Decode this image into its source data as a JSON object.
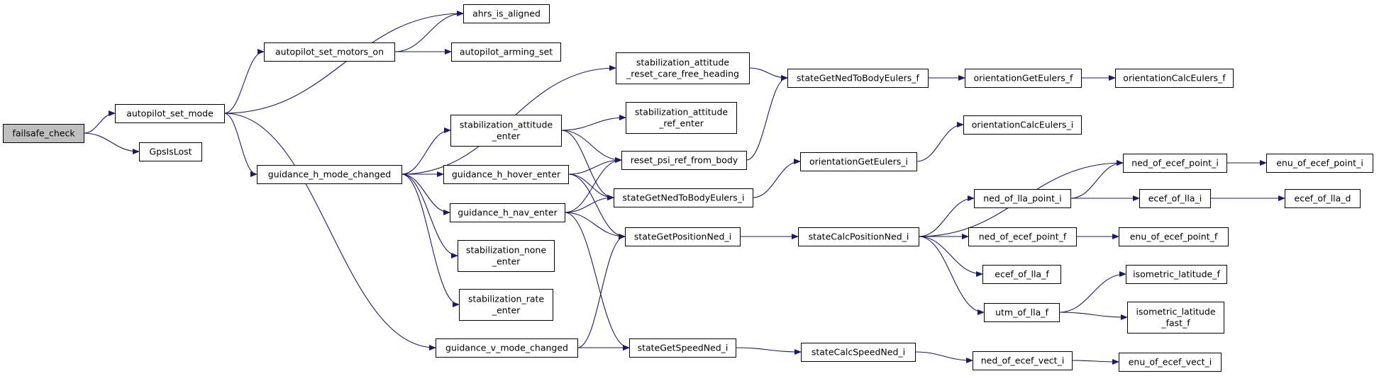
{
  "colors": {
    "edge": "#191970",
    "node_border": "#000000",
    "node_fill": "#ffffff",
    "root_fill": "#bfbfbf"
  },
  "nodes": [
    {
      "id": "failsafe_check",
      "lines": [
        "failsafe_check"
      ],
      "root": true
    },
    {
      "id": "autopilot_set_mode",
      "lines": [
        "autopilot_set_mode"
      ]
    },
    {
      "id": "GpsIsLost",
      "lines": [
        "GpsIsLost"
      ]
    },
    {
      "id": "ahrs_is_aligned",
      "lines": [
        "ahrs_is_aligned"
      ]
    },
    {
      "id": "autopilot_set_motors_on",
      "lines": [
        "autopilot_set_motors_on"
      ]
    },
    {
      "id": "autopilot_arming_set",
      "lines": [
        "autopilot_arming_set"
      ]
    },
    {
      "id": "guidance_h_mode_changed",
      "lines": [
        "guidance_h_mode_changed"
      ]
    },
    {
      "id": "guidance_v_mode_changed",
      "lines": [
        "guidance_v_mode_changed"
      ]
    },
    {
      "id": "stabilization_attitude_reset_care_free_heading",
      "lines": [
        "stabilization_attitude",
        "_reset_care_free_heading"
      ]
    },
    {
      "id": "stabilization_attitude_enter",
      "lines": [
        "stabilization_attitude",
        "_enter"
      ]
    },
    {
      "id": "guidance_h_hover_enter",
      "lines": [
        "guidance_h_hover_enter"
      ]
    },
    {
      "id": "guidance_h_nav_enter",
      "lines": [
        "guidance_h_nav_enter"
      ]
    },
    {
      "id": "stabilization_none_enter",
      "lines": [
        "stabilization_none",
        "_enter"
      ]
    },
    {
      "id": "stabilization_rate_enter",
      "lines": [
        "stabilization_rate",
        "_enter"
      ]
    },
    {
      "id": "stabilization_attitude_ref_enter",
      "lines": [
        "stabilization_attitude",
        "_ref_enter"
      ]
    },
    {
      "id": "reset_psi_ref_from_body",
      "lines": [
        "reset_psi_ref_from_body"
      ]
    },
    {
      "id": "stateGetNedToBodyEulers_i",
      "lines": [
        "stateGetNedToBodyEulers_i"
      ]
    },
    {
      "id": "stateGetPositionNed_i",
      "lines": [
        "stateGetPositionNed_i"
      ]
    },
    {
      "id": "stateGetSpeedNed_i",
      "lines": [
        "stateGetSpeedNed_i"
      ]
    },
    {
      "id": "stateGetNedToBodyEulers_f",
      "lines": [
        "stateGetNedToBodyEulers_f"
      ]
    },
    {
      "id": "orientationGetEulers_i",
      "lines": [
        "orientationGetEulers_i"
      ]
    },
    {
      "id": "stateCalcPositionNed_i",
      "lines": [
        "stateCalcPositionNed_i"
      ]
    },
    {
      "id": "stateCalcSpeedNed_i",
      "lines": [
        "stateCalcSpeedNed_i"
      ]
    },
    {
      "id": "orientationGetEulers_f",
      "lines": [
        "orientationGetEulers_f"
      ]
    },
    {
      "id": "orientationCalcEulers_f",
      "lines": [
        "orientationCalcEulers_f"
      ]
    },
    {
      "id": "orientationCalcEulers_i",
      "lines": [
        "orientationCalcEulers_i"
      ]
    },
    {
      "id": "ned_of_lla_point_i",
      "lines": [
        "ned_of_lla_point_i"
      ]
    },
    {
      "id": "ned_of_ecef_point_f",
      "lines": [
        "ned_of_ecef_point_f"
      ]
    },
    {
      "id": "ecef_of_lla_f",
      "lines": [
        "ecef_of_lla_f"
      ]
    },
    {
      "id": "utm_of_lla_f",
      "lines": [
        "utm_of_lla_f"
      ]
    },
    {
      "id": "ned_of_ecef_vect_i",
      "lines": [
        "ned_of_ecef_vect_i"
      ]
    },
    {
      "id": "ned_of_ecef_point_i",
      "lines": [
        "ned_of_ecef_point_i"
      ]
    },
    {
      "id": "ecef_of_lla_i",
      "lines": [
        "ecef_of_lla_i"
      ]
    },
    {
      "id": "enu_of_ecef_point_f",
      "lines": [
        "enu_of_ecef_point_f"
      ]
    },
    {
      "id": "isometric_latitude_f",
      "lines": [
        "isometric_latitude_f"
      ]
    },
    {
      "id": "isometric_latitude_fast_f",
      "lines": [
        "isometric_latitude",
        "_fast_f"
      ]
    },
    {
      "id": "enu_of_ecef_vect_i",
      "lines": [
        "enu_of_ecef_vect_i"
      ]
    },
    {
      "id": "enu_of_ecef_point_i",
      "lines": [
        "enu_of_ecef_point_i"
      ]
    },
    {
      "id": "ecef_of_lla_d",
      "lines": [
        "ecef_of_lla_d"
      ]
    }
  ],
  "edges": [
    {
      "from": "failsafe_check",
      "to": "autopilot_set_mode"
    },
    {
      "from": "failsafe_check",
      "to": "GpsIsLost"
    },
    {
      "from": "autopilot_set_mode",
      "to": "ahrs_is_aligned"
    },
    {
      "from": "autopilot_set_mode",
      "to": "autopilot_set_motors_on"
    },
    {
      "from": "autopilot_set_mode",
      "to": "guidance_h_mode_changed"
    },
    {
      "from": "autopilot_set_mode",
      "to": "guidance_v_mode_changed"
    },
    {
      "from": "autopilot_set_motors_on",
      "to": "ahrs_is_aligned"
    },
    {
      "from": "autopilot_set_motors_on",
      "to": "autopilot_arming_set"
    },
    {
      "from": "guidance_h_mode_changed",
      "to": "stabilization_attitude_reset_care_free_heading"
    },
    {
      "from": "guidance_h_mode_changed",
      "to": "stabilization_attitude_enter"
    },
    {
      "from": "guidance_h_mode_changed",
      "to": "guidance_h_hover_enter"
    },
    {
      "from": "guidance_h_mode_changed",
      "to": "guidance_h_nav_enter"
    },
    {
      "from": "guidance_h_mode_changed",
      "to": "stabilization_none_enter"
    },
    {
      "from": "guidance_h_mode_changed",
      "to": "stabilization_rate_enter"
    },
    {
      "from": "stabilization_attitude_enter",
      "to": "stabilization_attitude_ref_enter"
    },
    {
      "from": "stabilization_attitude_enter",
      "to": "reset_psi_ref_from_body"
    },
    {
      "from": "stabilization_attitude_enter",
      "to": "stateGetNedToBodyEulers_i"
    },
    {
      "from": "guidance_h_hover_enter",
      "to": "reset_psi_ref_from_body"
    },
    {
      "from": "guidance_h_hover_enter",
      "to": "stateGetNedToBodyEulers_i"
    },
    {
      "from": "guidance_h_hover_enter",
      "to": "stateGetPositionNed_i"
    },
    {
      "from": "guidance_h_nav_enter",
      "to": "reset_psi_ref_from_body"
    },
    {
      "from": "guidance_h_nav_enter",
      "to": "stateGetNedToBodyEulers_i"
    },
    {
      "from": "guidance_h_nav_enter",
      "to": "stateGetPositionNed_i"
    },
    {
      "from": "guidance_h_nav_enter",
      "to": "stateGetSpeedNed_i"
    },
    {
      "from": "guidance_v_mode_changed",
      "to": "stateGetPositionNed_i"
    },
    {
      "from": "guidance_v_mode_changed",
      "to": "stateGetSpeedNed_i"
    },
    {
      "from": "stabilization_attitude_reset_care_free_heading",
      "to": "stateGetNedToBodyEulers_f"
    },
    {
      "from": "reset_psi_ref_from_body",
      "to": "stateGetNedToBodyEulers_f"
    },
    {
      "from": "stateGetNedToBodyEulers_f",
      "to": "orientationGetEulers_f"
    },
    {
      "from": "orientationGetEulers_f",
      "to": "orientationCalcEulers_f"
    },
    {
      "from": "stateGetNedToBodyEulers_i",
      "to": "orientationGetEulers_i"
    },
    {
      "from": "orientationGetEulers_i",
      "to": "orientationCalcEulers_i"
    },
    {
      "from": "stateGetPositionNed_i",
      "to": "stateCalcPositionNed_i"
    },
    {
      "from": "stateCalcPositionNed_i",
      "to": "ned_of_ecef_point_i"
    },
    {
      "from": "stateCalcPositionNed_i",
      "to": "ned_of_lla_point_i"
    },
    {
      "from": "stateCalcPositionNed_i",
      "to": "ned_of_ecef_point_f"
    },
    {
      "from": "stateCalcPositionNed_i",
      "to": "ecef_of_lla_f"
    },
    {
      "from": "stateCalcPositionNed_i",
      "to": "utm_of_lla_f"
    },
    {
      "from": "ned_of_lla_point_i",
      "to": "ned_of_ecef_point_i"
    },
    {
      "from": "ned_of_lla_point_i",
      "to": "ecef_of_lla_i"
    },
    {
      "from": "ned_of_ecef_point_i",
      "to": "enu_of_ecef_point_i"
    },
    {
      "from": "ecef_of_lla_i",
      "to": "ecef_of_lla_d"
    },
    {
      "from": "ned_of_ecef_point_f",
      "to": "enu_of_ecef_point_f"
    },
    {
      "from": "utm_of_lla_f",
      "to": "isometric_latitude_f"
    },
    {
      "from": "utm_of_lla_f",
      "to": "isometric_latitude_fast_f"
    },
    {
      "from": "stateGetSpeedNed_i",
      "to": "stateCalcSpeedNed_i"
    },
    {
      "from": "stateCalcSpeedNed_i",
      "to": "ned_of_ecef_vect_i"
    },
    {
      "from": "ned_of_ecef_vect_i",
      "to": "enu_of_ecef_vect_i"
    }
  ]
}
